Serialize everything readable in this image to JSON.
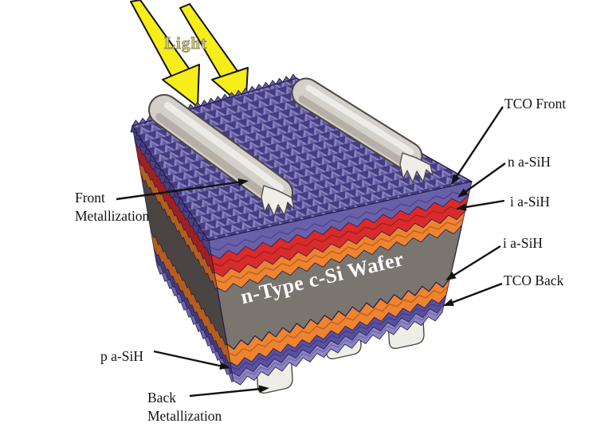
{
  "diagram": {
    "subject": "Heterojunction solar cell structure on n-Type c-Si wafer",
    "light_label": "Light",
    "wafer_label": "n-Type c-Si Wafer",
    "callouts": {
      "front_metallization": {
        "lines": [
          "Front",
          "Metallization"
        ]
      },
      "tco_front": {
        "text": "TCO Front"
      },
      "n_a_sih": {
        "text": "n a-SiH"
      },
      "i_a_sih_front": {
        "text": "i a-SiH"
      },
      "i_a_sih_back": {
        "text": "i a-SiH"
      },
      "tco_back": {
        "text": "TCO Back"
      },
      "p_a_sih": {
        "text": "p a-SiH"
      },
      "back_metallization": {
        "lines": [
          "Back",
          "Metallization"
        ]
      }
    },
    "layers_front_to_back": [
      "Front Metallization",
      "TCO Front",
      "n a-SiH",
      "i a-SiH",
      "n-Type c-Si Wafer",
      "i a-SiH",
      "p a-SiH",
      "TCO Back",
      "Back Metallization"
    ],
    "colors": {
      "tco_front": "#6a60a9",
      "tco_front_dark": "#4a4186",
      "pyramid_light": "#8a82bb",
      "pyramid_mid": "#675da4",
      "pyramid_dark": "#453c85",
      "n_a_sih": "#d92b2c",
      "n_a_sih_dark": "#9e2020",
      "i_a_sih": "#ee8330",
      "i_a_sih_dark": "#b55d1d",
      "wafer_front": "#7b7570",
      "wafer_side": "#4a4542",
      "p_a_sih": "#5a50a0",
      "p_a_sih_dark": "#423a7e",
      "tco_back": "#8d85c4",
      "tco_back_dark": "#6e66a8",
      "metallization": "#d3cfc9",
      "metallization_highlight": "#edebe7",
      "metallization_shade": "#b5afa8",
      "metallization_outline": "#4c4742",
      "pad": "#efede7",
      "light_ray": "#f6ed1a",
      "light_text": "#d9cc5e",
      "outline": "#231c45",
      "annotation": "#121212",
      "wafer_text": "#ffffff"
    }
  }
}
